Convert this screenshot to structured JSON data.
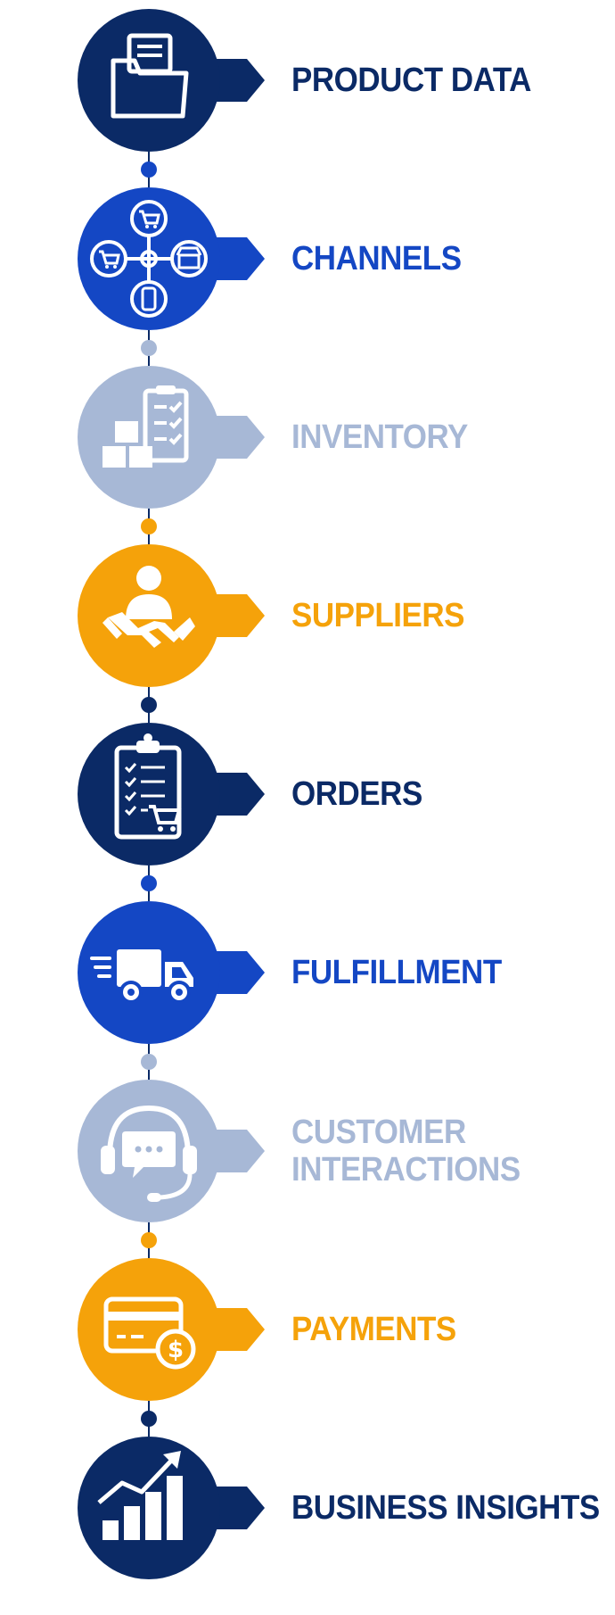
{
  "colors": {
    "navy": "#0b2a66",
    "blue": "#1447c4",
    "gray": "#a7b8d6",
    "orange": "#f5a20a",
    "connector": "#0b2a66",
    "icon": "#ffffff"
  },
  "steps": [
    {
      "label": [
        "PRODUCT DATA"
      ],
      "color": "navy",
      "icon": "folder-document-icon"
    },
    {
      "label": [
        "CHANNELS"
      ],
      "color": "blue",
      "icon": "sales-channels-hub-icon"
    },
    {
      "label": [
        "INVENTORY"
      ],
      "color": "gray",
      "icon": "boxes-checklist-icon"
    },
    {
      "label": [
        "SUPPLIERS"
      ],
      "color": "orange",
      "icon": "person-handshake-icon"
    },
    {
      "label": [
        "ORDERS"
      ],
      "color": "navy",
      "icon": "clipboard-cart-icon"
    },
    {
      "label": [
        "FULFILLMENT"
      ],
      "color": "blue",
      "icon": "delivery-truck-icon"
    },
    {
      "label": [
        "CUSTOMER",
        "INTERACTIONS"
      ],
      "color": "gray",
      "icon": "headset-chat-icon"
    },
    {
      "label": [
        "PAYMENTS"
      ],
      "color": "orange",
      "icon": "credit-card-dollar-icon"
    },
    {
      "label": [
        "BUSINESS INSIGHTS"
      ],
      "color": "navy",
      "icon": "growth-bar-chart-icon"
    }
  ]
}
